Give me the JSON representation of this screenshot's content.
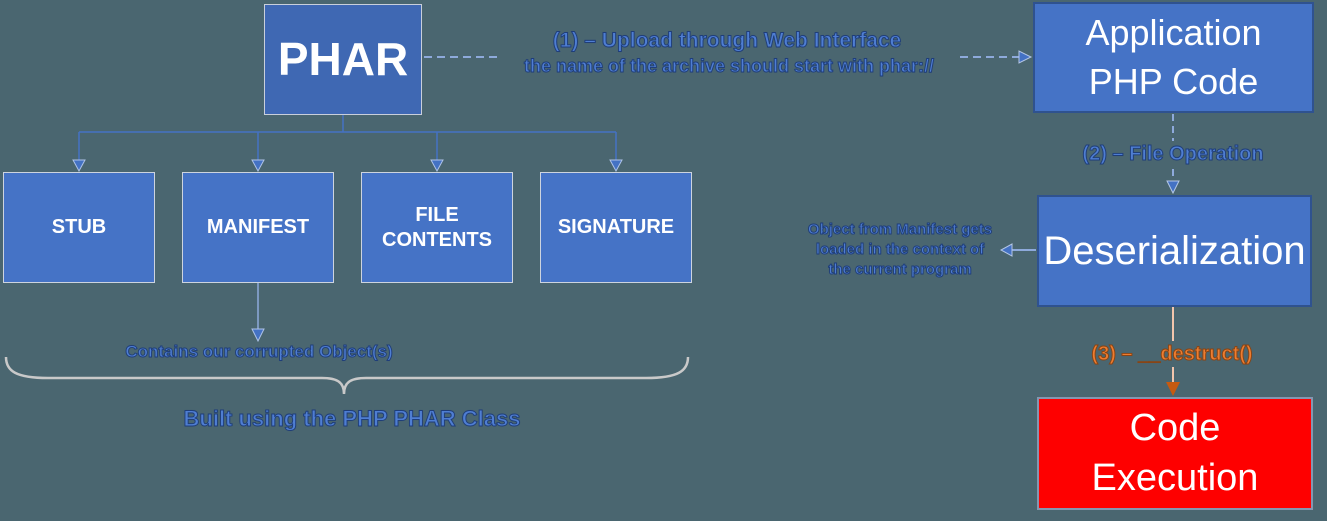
{
  "diagram": {
    "nodes": {
      "phar": "PHAR",
      "stub": "STUB",
      "manifest": "MANIFEST",
      "file_contents": "FILE CONTENTS",
      "signature": "SIGNATURE",
      "application": "Application PHP Code",
      "deserialization": "Deserialization",
      "code_execution": "Code Execution"
    },
    "annotations": {
      "step1_title": "(1) – Upload through Web Interface",
      "step1_sub": "the name of the archive should start with phar://",
      "step2": "(2) – File Operation",
      "step3": "(3) – __destruct()",
      "manifest_note": "Contains our corrupted Object(s)",
      "brace_note": "Built using the PHP PHAR Class",
      "deser_note_line1": "Object from Manifest gets",
      "deser_note_line2": "loaded in the context of",
      "deser_note_line3": "the current program"
    },
    "colors": {
      "background": "#4A6670",
      "node_blue": "#4573C6",
      "node_blue_dark": "#3F68B3",
      "node_border_light": "#CDD4DF",
      "node_border_dark": "#2F528F",
      "code_execution_red": "#FE0000",
      "code_execution_border": "#8496B0",
      "connector_blue": "#4472C4",
      "connector_light": "#8EAADB",
      "brace_gray": "#C9C9C9",
      "text_blue": "#4F7ED2",
      "text_blue_outline": "#1F3E7A",
      "text_orange": "#ED7D31",
      "destruct_line": "#F2C5AC",
      "destruct_arrow": "#C55A11"
    }
  }
}
